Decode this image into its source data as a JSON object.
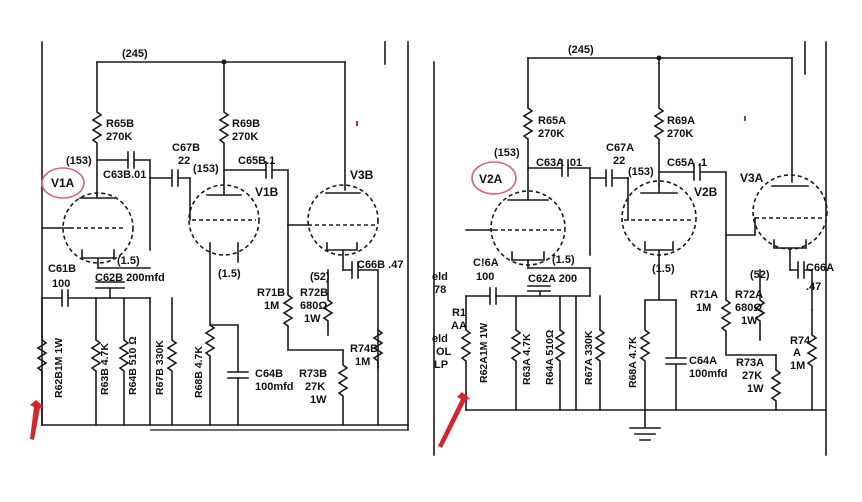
{
  "left_panel": {
    "bplus_label": "(245)",
    "node_153a": "(153)",
    "node_153b": "(153)",
    "node_15a": "(1.5)",
    "node_15b": "(1.5)",
    "node_52": "(52)",
    "tube1": "V1A",
    "tube2": "V1B",
    "tube3": "V3B",
    "R65_name": "R65B",
    "R65_val": "270K",
    "R69_name": "R69B",
    "R69_val": "270K",
    "C67_name": "C67B",
    "C67_val": "22",
    "C63": "C63B.01",
    "C65": "C65B.1",
    "C61_name": "C61B",
    "C61_val": "100",
    "C62": "C62B 200mfd",
    "C66": "C66B .47",
    "R71_name": "R71B",
    "R71_val": "1M",
    "R72_name": "R72B",
    "R72_val": "680Ω",
    "R72_w": "1W",
    "R62": "R62B1M 1W",
    "R63": "R63B 4.7K",
    "R64": "R64B 510 Ω",
    "R67": "R67B 330K",
    "R68": "R68B 4.7K",
    "C64_name": "C64B",
    "C64_val": "100mfd",
    "R73_name": "R73B",
    "R73_val": "27K",
    "R73_w": "1W",
    "R74_name": "R74B",
    "R74_val": "1M"
  },
  "right_panel": {
    "bplus_label": "(245)",
    "node_153a": "(153)",
    "node_153b": "(153)",
    "node_15a": "(1.5)",
    "node_15b": "(1.5)",
    "node_52": "(52)",
    "tube1": "V2A",
    "tube2": "V2B",
    "tube3": "V3A",
    "R65_name": "R65A",
    "R65_val": "270K",
    "R69_name": "R69A",
    "R69_val": "270K",
    "C67_name": "C67A",
    "C67_val": "22",
    "C63": "C63A .01",
    "C65": "C65A .1",
    "C61_name": "C!6A",
    "C61_val": "100",
    "C62": "C62A 200",
    "C66_name": "C66A",
    "C66_val": ".47",
    "R71_name": "R71A",
    "R71_val": "1M",
    "R72_name": "R72A",
    "R72_val": "680Ω",
    "R72_w": "1W",
    "R62": "R62A1M 1W",
    "R63": "R63A 4.7K",
    "R64": "R64A 510Ω",
    "R67": "R67A 330K",
    "R68": "R68A 4.7K",
    "C64_name": "C64A",
    "C64_val": "100mfd",
    "R73_name": "R73A",
    "R73_val": "27K",
    "R73_w": "1W",
    "R74_name": "R74",
    "R74_a": "A",
    "R74_val": "1M",
    "edge_1": "eld",
    "edge_2": "78",
    "edge_3": "R1",
    "edge_4": "AA",
    "edge_5": "eld",
    "edge_6": "OL",
    "edge_7": "LP"
  },
  "colors": {
    "annotation": "#e06070",
    "arrow": "#d8232a",
    "ink": "#1a1a1a"
  }
}
